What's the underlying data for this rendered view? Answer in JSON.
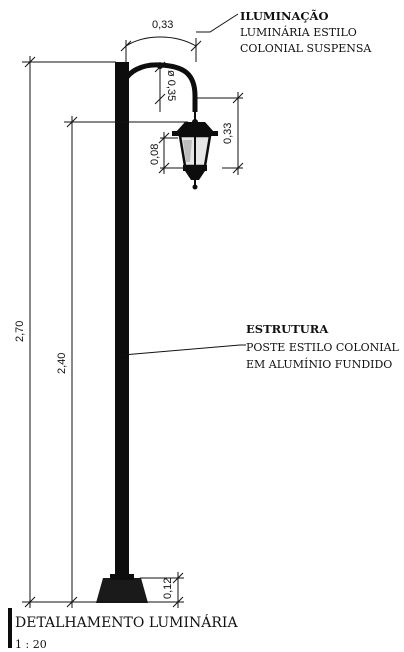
{
  "dimensions": {
    "arm_width": "0,33",
    "arm_diameter": "ø 0,35",
    "lamp_drop": "0,33",
    "lamp_base": "0,08",
    "total_height": "2,70",
    "arm_height": "2,40",
    "base_height": "0,12"
  },
  "notes": {
    "lighting": {
      "heading": "ILUMINAÇÃO",
      "line1": "LUMINÁRIA ESTILO",
      "line2": "COLONIAL SUSPENSA"
    },
    "structure": {
      "heading": "ESTRUTURA",
      "line1": "POSTE ESTILO COLONIAL",
      "line2": "EM ALUMÍNIO FUNDIDO"
    }
  },
  "title_block": {
    "title": "DETALHAMENTO LUMINÁRIA",
    "scale": "1 : 20"
  }
}
